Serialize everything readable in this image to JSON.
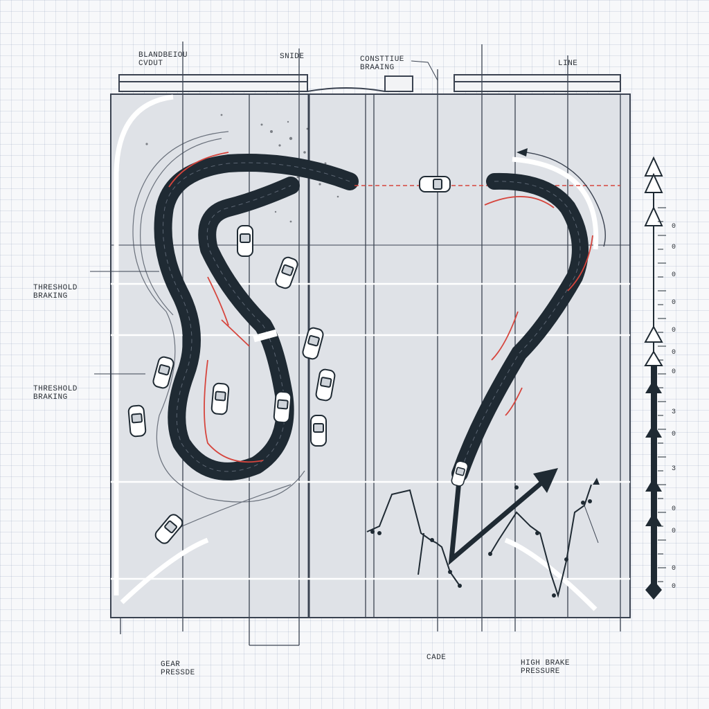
{
  "labels": {
    "top_left": [
      "BLANDBEIOU",
      "CVDUT"
    ],
    "top_slide": [
      "SNIDE"
    ],
    "top_constant": [
      "CONSTTIUE",
      "BRAAING"
    ],
    "top_line": [
      "LINE"
    ],
    "left_threshold_1": [
      "THRESHOLD",
      "BRAKING"
    ],
    "left_threshold_2": [
      "THRESHOLD",
      "BRAKING"
    ],
    "bottom_gear": [
      "GEAR",
      "PRESSDE"
    ],
    "bottom_cade": [
      "CADE"
    ],
    "bottom_high": [
      "HIGH BRAKE",
      "PRESSURE"
    ]
  },
  "scale": {
    "ticks": [
      "0",
      "0",
      "0",
      "0",
      "0",
      "0",
      "0",
      "3",
      "0",
      "3",
      "0",
      "0",
      "0",
      "0"
    ]
  },
  "colors": {
    "track": "#1f2a33",
    "accent": "#d6453d",
    "frame": "#3a4250",
    "panel": "#dfe2e7"
  }
}
